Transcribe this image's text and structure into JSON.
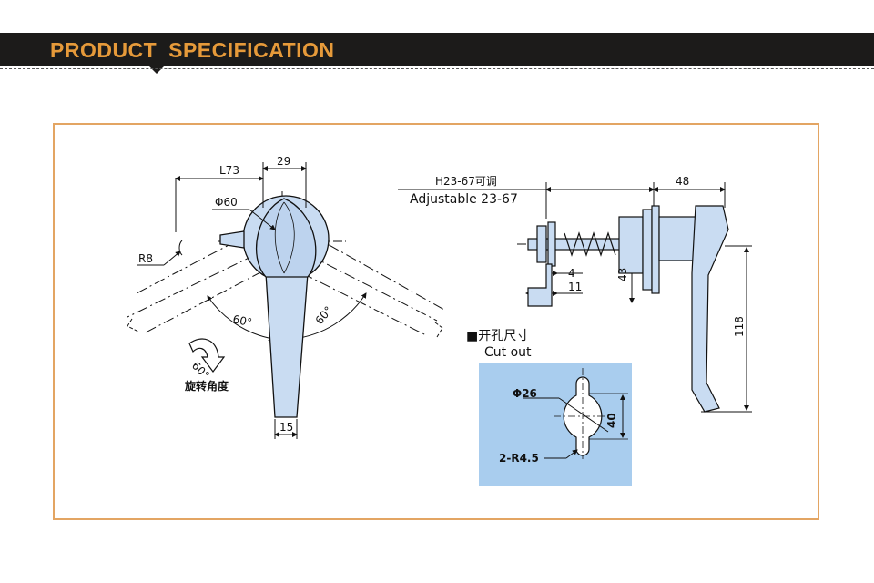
{
  "header": {
    "title": "PRODUCT  SPECIFICATION",
    "accent_color": "#e69a3a",
    "bar_color": "#1c1b1a"
  },
  "frame_color": "#e3a563",
  "part_fill": "#c9dcf2",
  "front_view": {
    "dim_l73": "L73",
    "dim_29": "29",
    "dim_phi60": "Φ60",
    "dim_r8": "R8",
    "angle_left": "60°",
    "angle_right": "60°",
    "rotate_angle": "60°",
    "rotate_caption": "旋转角度",
    "dim_15": "15"
  },
  "side_view": {
    "dim_h_cn": "H23-67可调",
    "dim_h_en": "Adjustable 23-67",
    "dim_48": "48",
    "dim_4": "4",
    "dim_11": "11",
    "dim_43": "43",
    "dim_118": "118"
  },
  "cutout": {
    "title_cn": "■开孔尺寸",
    "title_en": "Cut out",
    "dim_phi26": "Φ26",
    "dim_40": "40",
    "dim_r45": "2-R4.5",
    "panel_color": "#a9cdee"
  }
}
